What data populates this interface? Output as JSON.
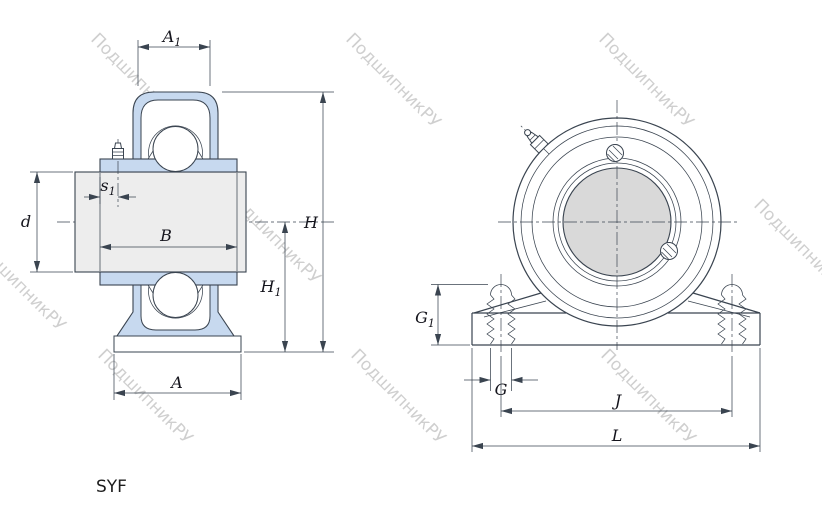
{
  "title": {
    "text": "SYF"
  },
  "watermark": {
    "text": "ПодшипникРУ"
  },
  "labels": {
    "a1_base": "A",
    "a1_sub": "1",
    "s1_base": "s",
    "s1_sub": "1",
    "h1_base": "H",
    "h1_sub": "1",
    "g1_base": "G",
    "g1_sub": "1",
    "d": "d",
    "b": "B",
    "a": "A",
    "h": "H",
    "g": "G",
    "j": "J",
    "l": "L"
  },
  "colors": {
    "line": "#3a4450",
    "housing_blue": "#c7d9ef",
    "bore_gray": "#d9d9d9",
    "shaft_gray": "#ededed",
    "watermark": "#b0b0b0"
  }
}
